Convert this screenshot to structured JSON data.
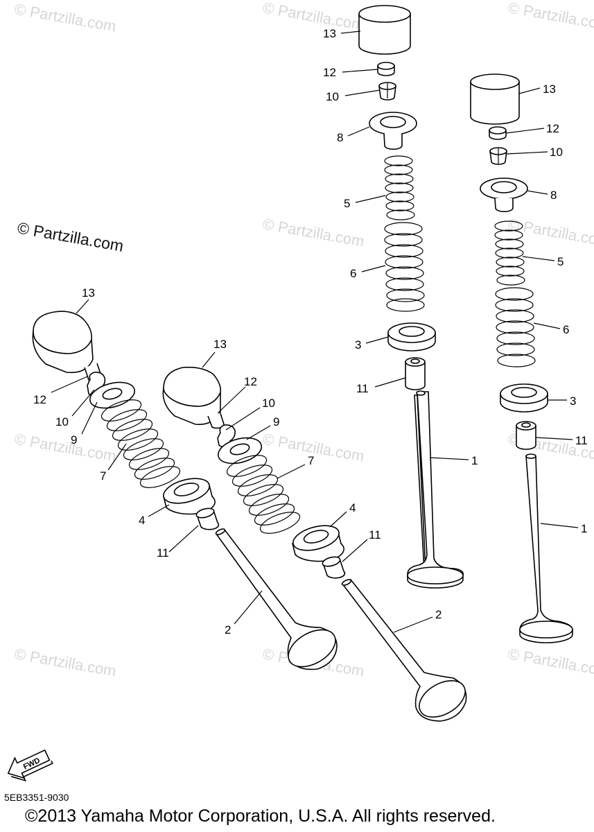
{
  "watermark_text": "© Partzilla.com",
  "part_code": "5EB3351-9030",
  "copyright": "©2013  Yamaha Motor Corporation, U.S.A. All rights reserved.",
  "fwd_label": "FWD",
  "callouts": {
    "c13": "13",
    "c12": "12",
    "c11": "11",
    "c10": "10",
    "c9": "9",
    "c8": "8",
    "c7": "7",
    "c6": "6",
    "c5": "5",
    "c4": "4",
    "c3": "3",
    "c2": "2",
    "c1": "1"
  }
}
